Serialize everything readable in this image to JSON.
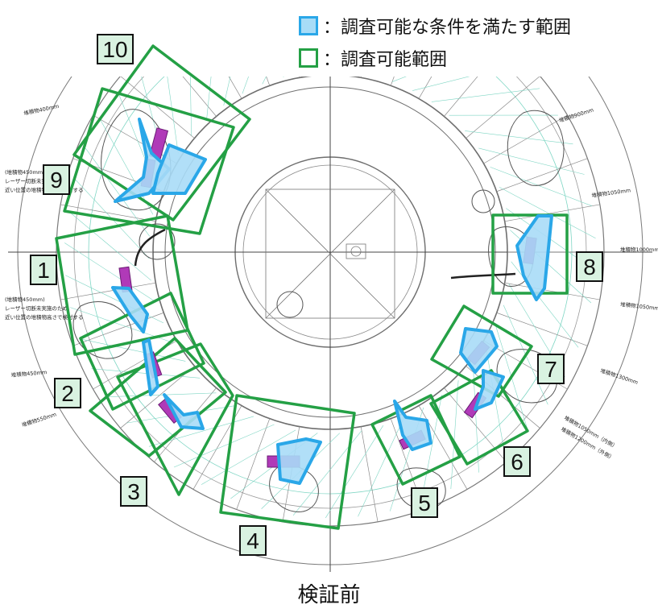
{
  "legend": {
    "condition_area": "：調査可能な条件を満たす範囲",
    "investigable_area": "：調査可能範囲"
  },
  "caption": "検証前",
  "colors": {
    "condition_fill": "#a8dcf7",
    "condition_stroke": "#2aa7e8",
    "range_stroke": "#24a045",
    "label_bg": "#d9f2e1",
    "drawing_line": "#6e6e6e",
    "drawing_cyan": "#7fd6c4",
    "robot_magenta": "#b03ab8"
  },
  "regions": [
    {
      "label": "1"
    },
    {
      "label": "2"
    },
    {
      "label": "3"
    },
    {
      "label": "4"
    },
    {
      "label": "5"
    },
    {
      "label": "6"
    },
    {
      "label": "7"
    },
    {
      "label": "8"
    },
    {
      "label": "9"
    },
    {
      "label": "10"
    }
  ],
  "drawing_notes": [
    "堆積物400mm",
    "堆積物900mm",
    "堆積物1050mm",
    "堆積物1000mm",
    "堆積物1050mm",
    "堆積物1300mm",
    "堆積物450mm",
    "堆積物550mm",
    "(堆積物450mm)",
    "(堆積物450mm)",
    "レーザー切断未実施のため",
    "近い位置の堆積物高さで検討する",
    "堆積物1050mm（内側）",
    "堆積物1200mm（外側）"
  ]
}
